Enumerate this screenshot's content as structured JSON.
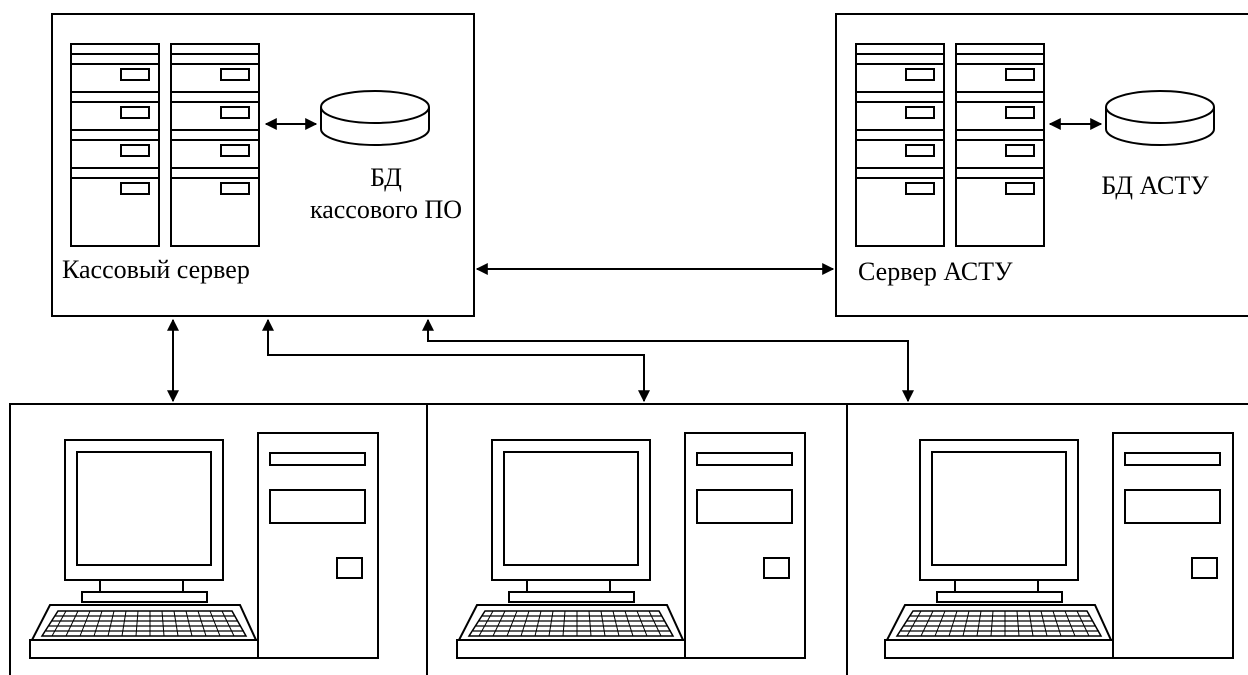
{
  "diagram": {
    "cash_server": {
      "label": "Кассовый сервер",
      "db_label_line1": "БД",
      "db_label_line2": "кассового ПО"
    },
    "astu_server": {
      "label": "Сервер АСТУ",
      "db_label": "БД АСТУ"
    },
    "workstations": [
      {
        "id": "ws-1"
      },
      {
        "id": "ws-2"
      },
      {
        "id": "ws-3"
      }
    ],
    "colors": {
      "stroke": "#000000",
      "fill": "#ffffff"
    }
  }
}
